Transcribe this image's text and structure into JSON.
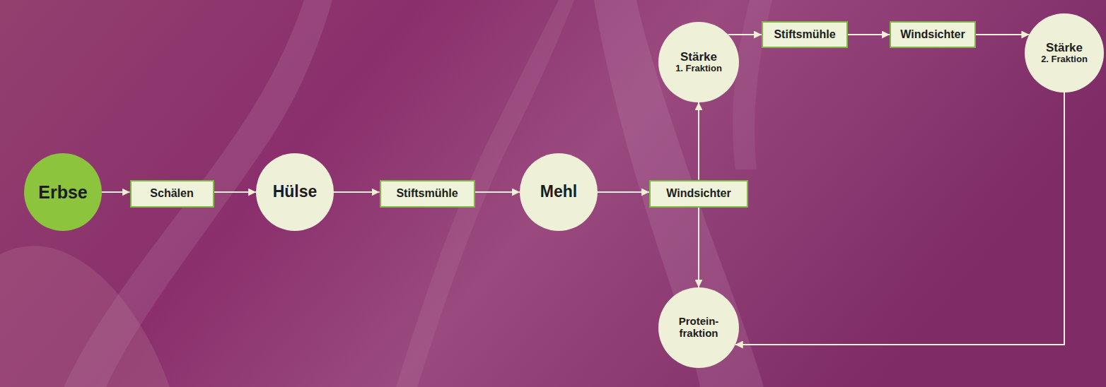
{
  "diagram": {
    "nodes": [
      {
        "text": [
          "Erbse"
        ]
      },
      {
        "text": [
          "Schälen"
        ]
      },
      {
        "text": [
          "Hülse"
        ]
      },
      {
        "text": [
          "Stiftsmühle"
        ]
      },
      {
        "text": [
          "Mehl"
        ]
      },
      {
        "text": [
          "Windsichter"
        ]
      },
      {
        "text": [
          "Stärke",
          "1. Fraktion"
        ]
      },
      {
        "text": [
          "Stiftsmühle"
        ]
      },
      {
        "text": [
          "Windsichter"
        ]
      },
      {
        "text": [
          "Stärke",
          "2. Fraktion"
        ]
      },
      {
        "text": [
          "Protein- fraktion"
        ]
      }
    ],
    "edges": [
      {
        "from": 0,
        "to": 1,
        "arrow": "to"
      },
      {
        "from": 1,
        "to": 2,
        "arrow": "to"
      },
      {
        "from": 2,
        "to": 3,
        "arrow": "to"
      },
      {
        "from": 3,
        "to": 4,
        "arrow": "to"
      },
      {
        "from": 4,
        "to": 5,
        "arrow": "to"
      },
      {
        "from": 5,
        "to": 6,
        "arrow": "to"
      },
      {
        "from": 6,
        "to": 7,
        "arrow": "to"
      },
      {
        "from": 7,
        "to": 8,
        "arrow": "to"
      },
      {
        "from": 8,
        "to": 9,
        "arrow": "to"
      },
      {
        "from": 9,
        "to": 10,
        "arrow": "to"
      },
      {
        "from": 5,
        "to": 10,
        "arrow": "to"
      }
    ]
  }
}
